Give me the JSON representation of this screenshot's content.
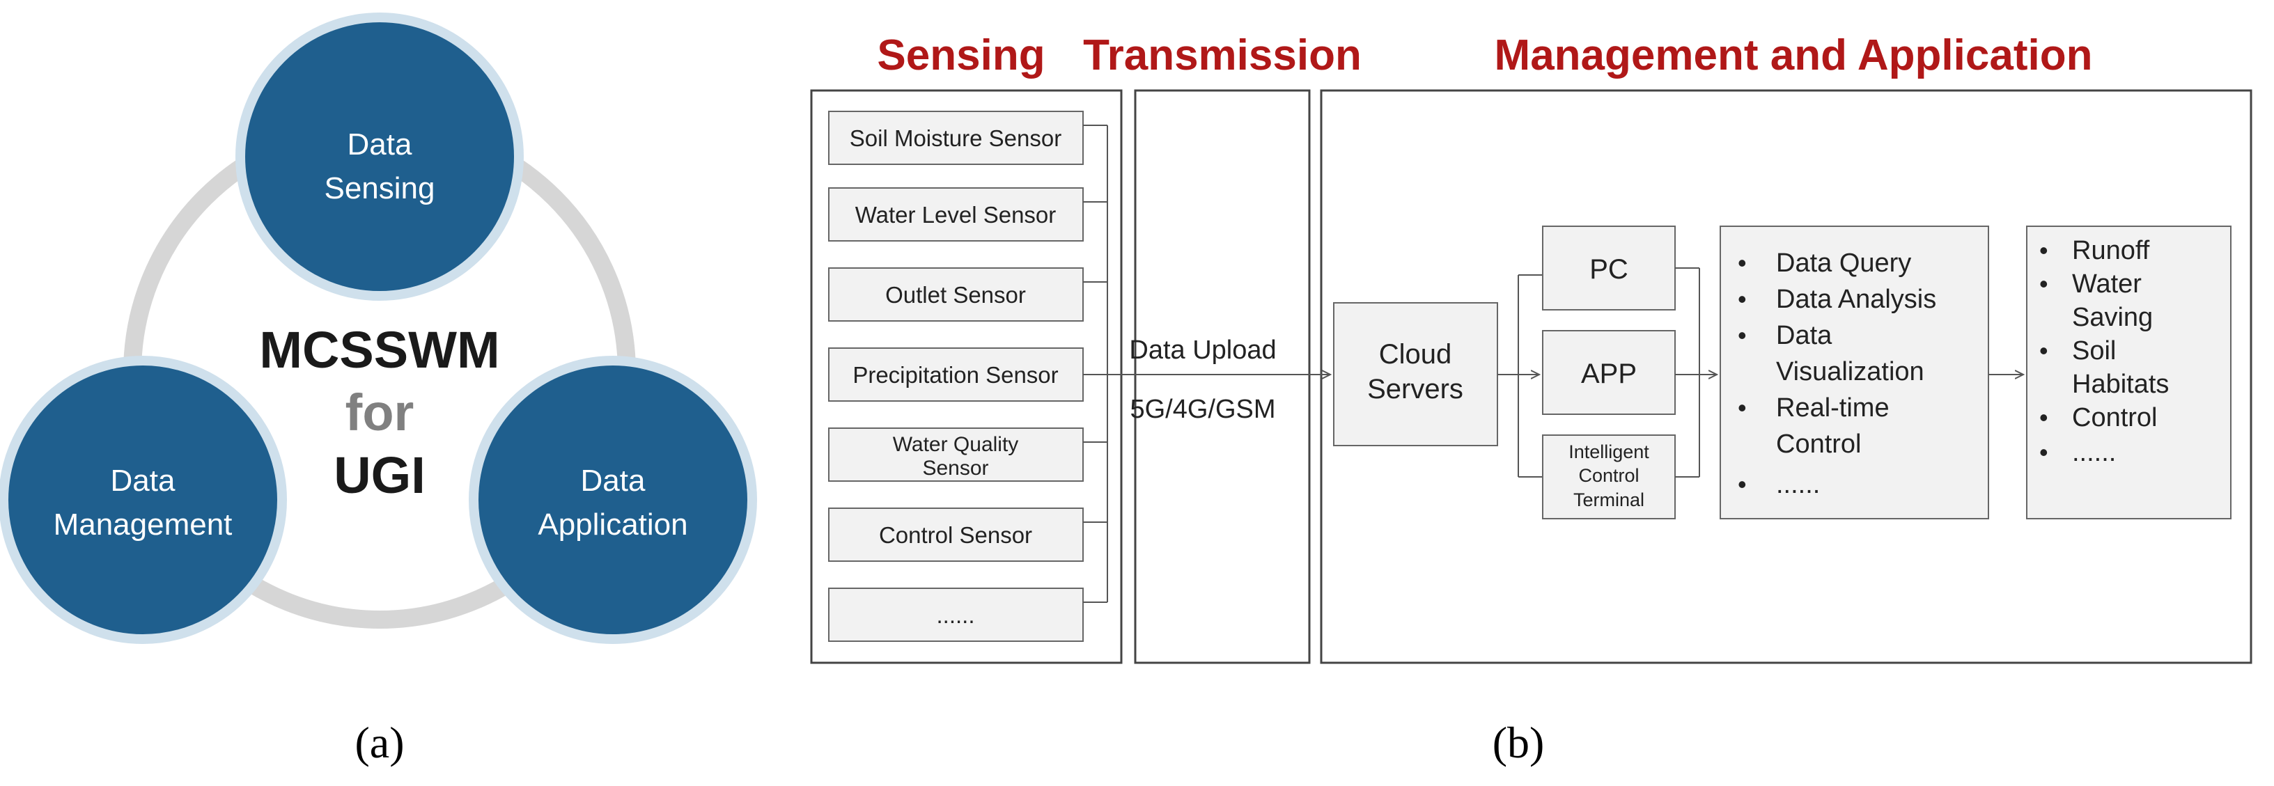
{
  "panel_a": {
    "center_line1": "MCSSWM",
    "center_line2": "for",
    "center_line3": "UGI",
    "circle_top": [
      "Data",
      "Sensing"
    ],
    "circle_left": [
      "Data",
      "Management"
    ],
    "circle_right": [
      "Data",
      "Application"
    ],
    "caption": "(a)",
    "colors": {
      "circle": "#1f5f8e",
      "ring": "#d6d6d6",
      "text_dark": "#1a1a1a",
      "text_gray": "#808080"
    }
  },
  "panel_b": {
    "headers": {
      "sensing": "Sensing",
      "transmission": "Transmission",
      "management": "Management and Application"
    },
    "header_color": "#b01818",
    "sensors": [
      [
        "Soil Moisture Sensor"
      ],
      [
        "Water Level Sensor"
      ],
      [
        "Outlet Sensor"
      ],
      [
        "Precipitation Sensor"
      ],
      [
        "Water Quality",
        "Sensor"
      ],
      [
        "Control Sensor"
      ],
      [
        "......"
      ]
    ],
    "transmission": {
      "line1": "Data Upload",
      "line2": "5G/4G/GSM"
    },
    "cloud": [
      "Cloud",
      "Servers"
    ],
    "terminals": {
      "pc": "PC",
      "app": "APP",
      "ict": [
        "Intelligent",
        "Control",
        "Terminal"
      ]
    },
    "functions": [
      [
        "Data Query"
      ],
      [
        "Data Analysis"
      ],
      [
        "Data",
        "Visualization"
      ],
      [
        "Real-time",
        "Control"
      ],
      [
        "......"
      ]
    ],
    "applications": [
      [
        "Runoff"
      ],
      [
        "Water",
        "Saving"
      ],
      [
        "Soil",
        "Habitats"
      ],
      [
        "Control"
      ],
      [
        "......"
      ]
    ],
    "caption": "(b)",
    "box_fill": "#f2f2f2"
  }
}
